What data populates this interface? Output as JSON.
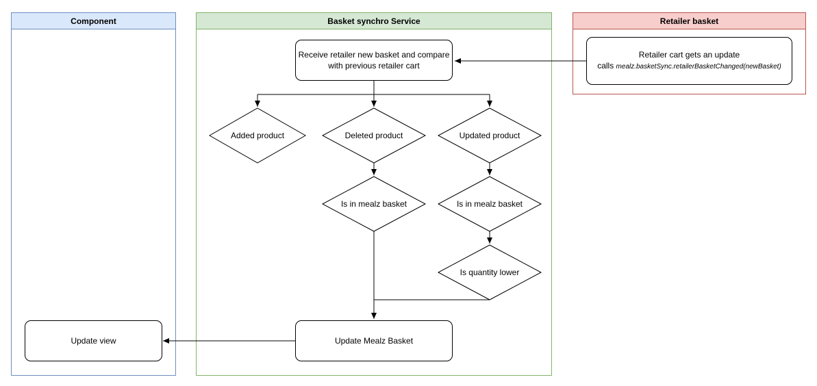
{
  "lanes": {
    "component": "Component",
    "service": "Basket synchro Service",
    "retailer": "Retailer basket"
  },
  "nodes": {
    "receive_line1": "Receive retailer new basket and compare",
    "receive_line2": "with previous retailer cart",
    "retailer_update_line1": "Retailer cart gets an update",
    "retailer_update_calls": "calls ",
    "retailer_update_method": "mealz.basketSync.retailerBasketChanged(newBasket)",
    "added_product": "Added product",
    "deleted_product": "Deleted product",
    "updated_product": "Updated product",
    "in_mealz_deleted": "Is in mealz basket",
    "in_mealz_updated": "Is in mealz basket",
    "quantity_lower": "Is quantity lower",
    "update_mealz_basket": "Update Mealz Basket",
    "update_view": "Update view"
  }
}
